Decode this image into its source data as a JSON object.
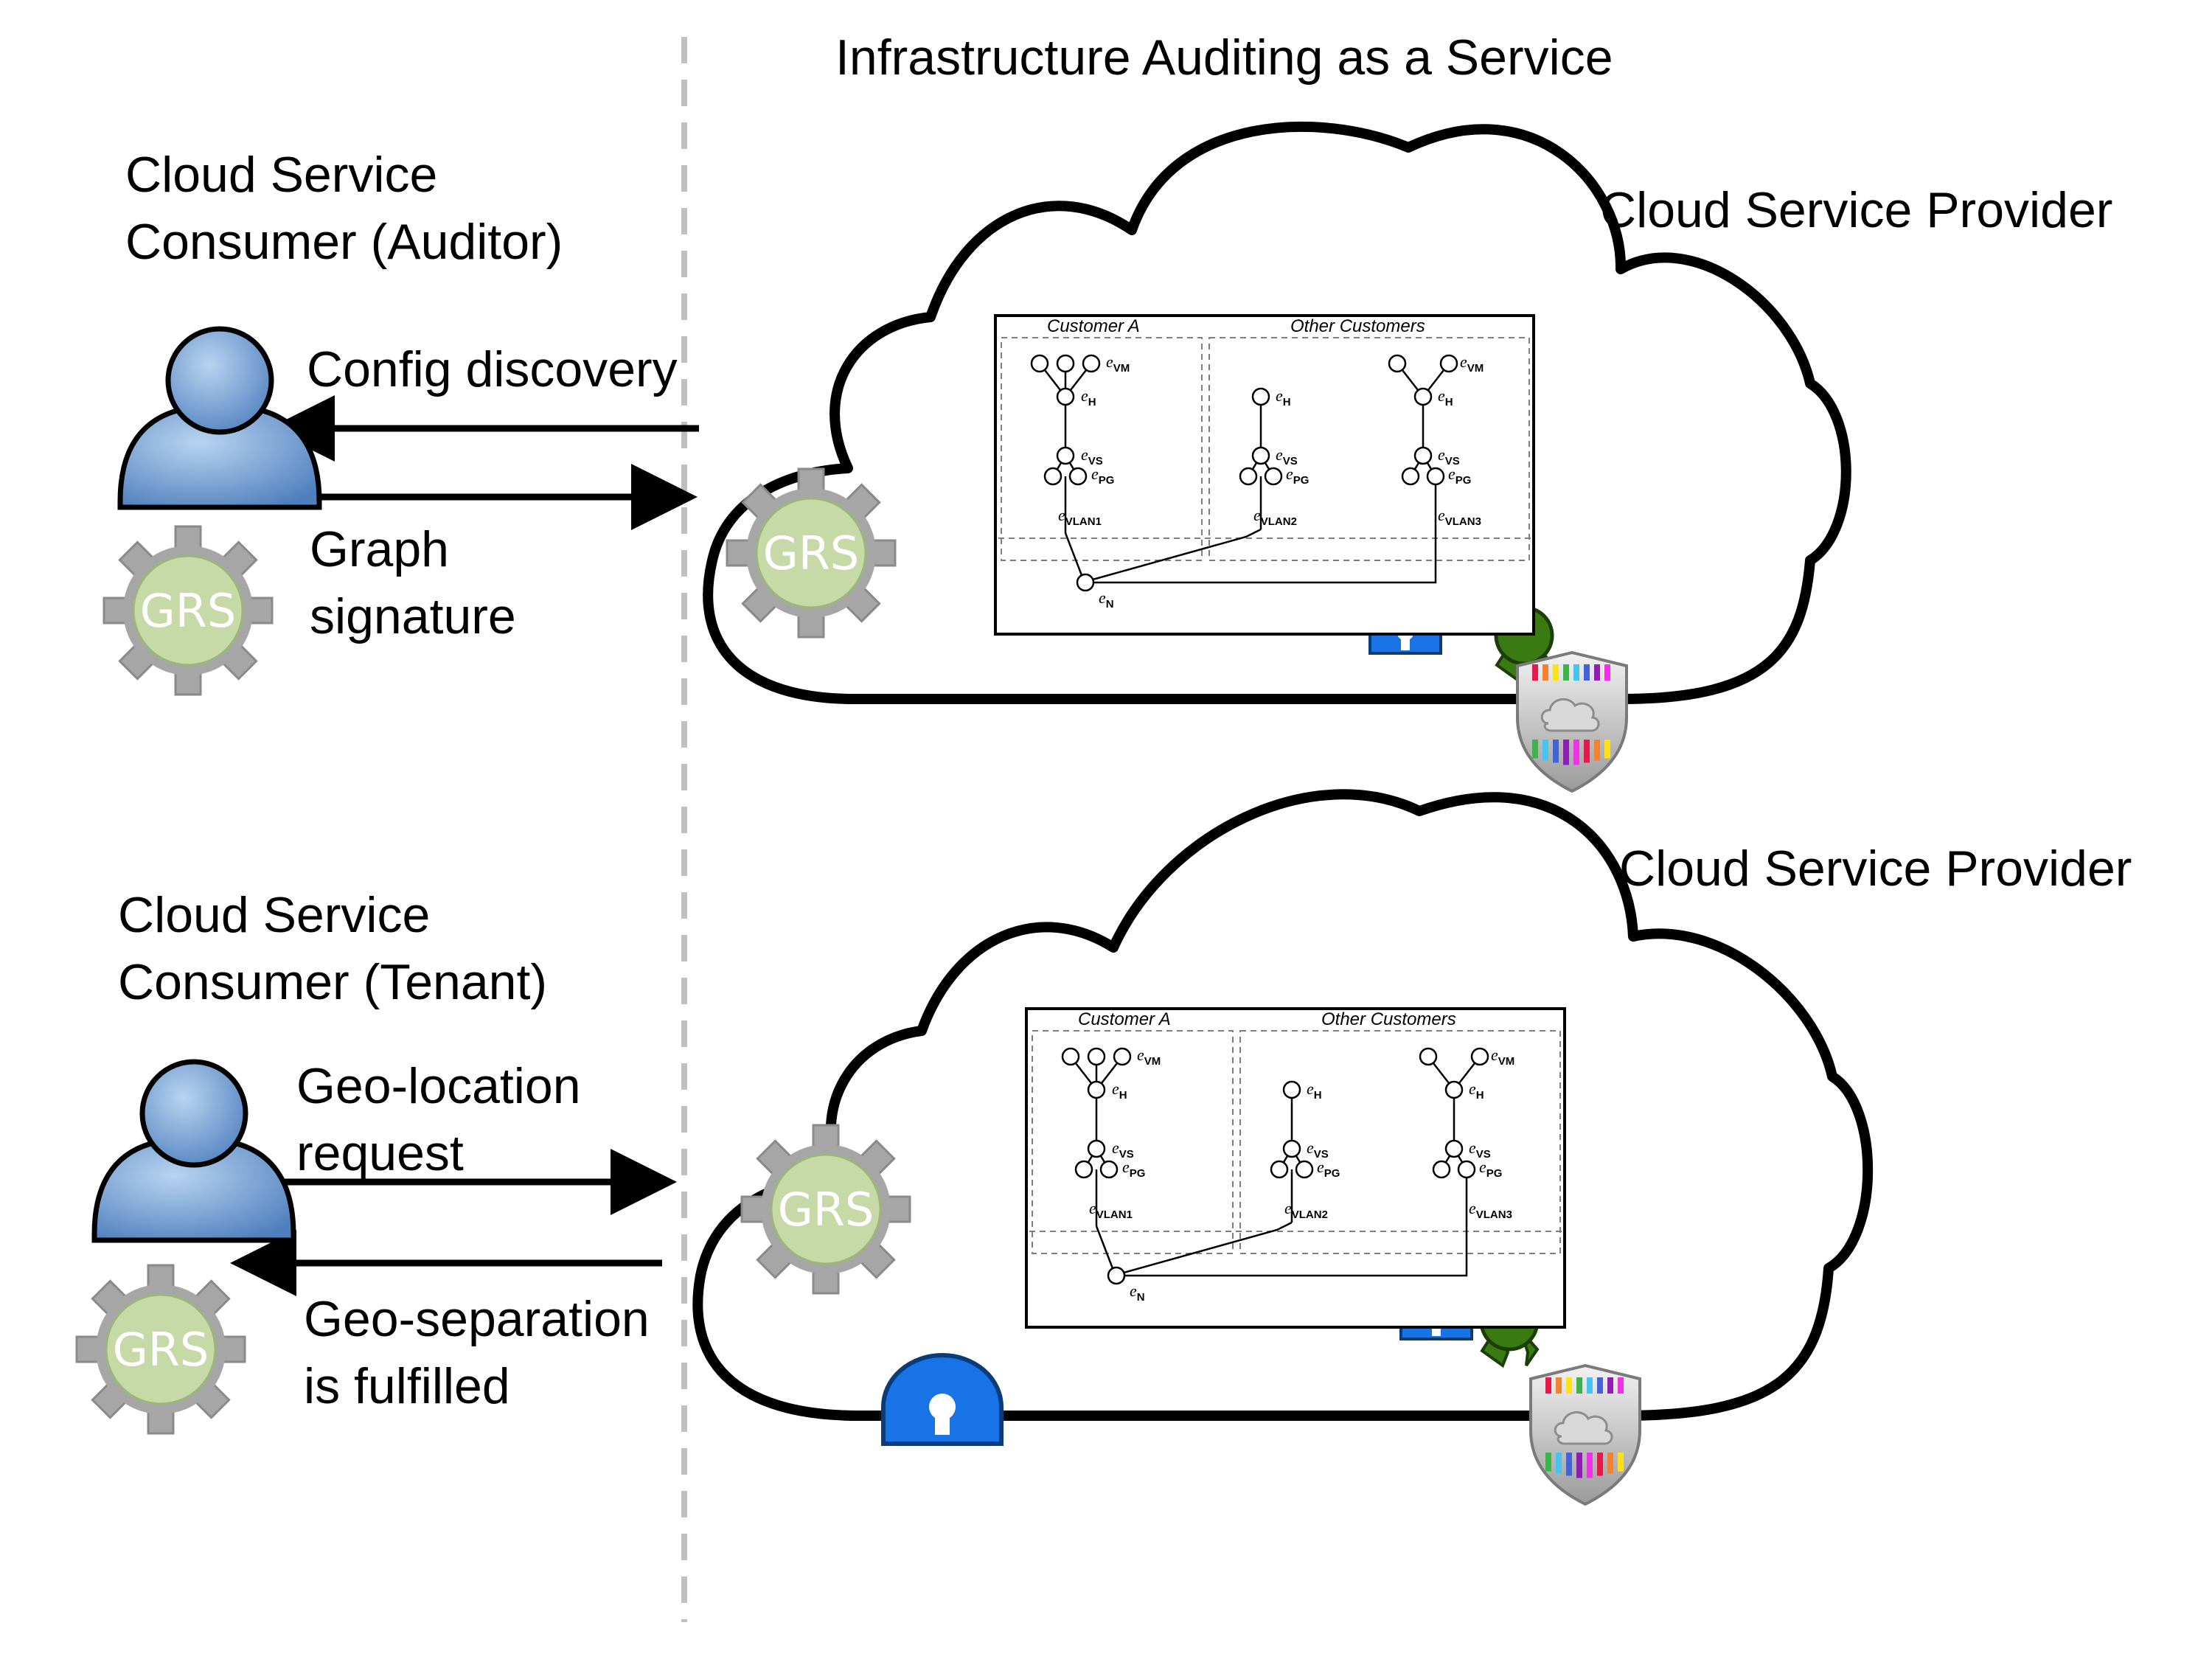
{
  "title": "Infrastructure Auditing as a Service",
  "auditor": {
    "label_line1": "Cloud Service",
    "label_line2": "Consumer (Auditor)",
    "request_label": "Config discovery",
    "response_label_line1": "Graph",
    "response_label_line2": "signature",
    "gear_label": "GRS"
  },
  "tenant": {
    "label_line1": "Cloud Service",
    "label_line2": "Consumer (Tenant)",
    "request_label_line1": "Geo-location",
    "request_label_line2": "request",
    "response_label_line1": "Geo-separation",
    "response_label_line2": "is fulfilled",
    "gear_label": "GRS"
  },
  "providers": [
    {
      "label": "Cloud Service Provider",
      "gear_label": "GRS",
      "graph": {
        "group_a": "Customer A",
        "group_other": "Other Customers",
        "nodes": {
          "vm": "VM",
          "h": "H",
          "vs": "VS",
          "pg": "PG",
          "n": "N"
        },
        "vlans": [
          "VLAN1",
          "VLAN2",
          "VLAN3"
        ]
      }
    },
    {
      "label": "Cloud Service Provider",
      "gear_label": "GRS",
      "graph": {
        "group_a": "Customer A",
        "group_other": "Other Customers",
        "nodes": {
          "vm": "VM",
          "h": "H",
          "vs": "VS",
          "pg": "PG",
          "n": "N"
        },
        "vlans": [
          "VLAN1",
          "VLAN2",
          "VLAN3"
        ]
      }
    }
  ],
  "colors": {
    "person": "#6f9fd4",
    "gear_body": "#c6d9a6",
    "gear_teeth": "#a6a6a6",
    "gear_text": "#ffffff",
    "lock": "#1773e6",
    "seal": "#3a7a12",
    "divider": "#bfbfbf"
  },
  "icons": [
    "person-icon",
    "gear-icon",
    "lock-icon",
    "seal-icon",
    "shield-icon"
  ]
}
